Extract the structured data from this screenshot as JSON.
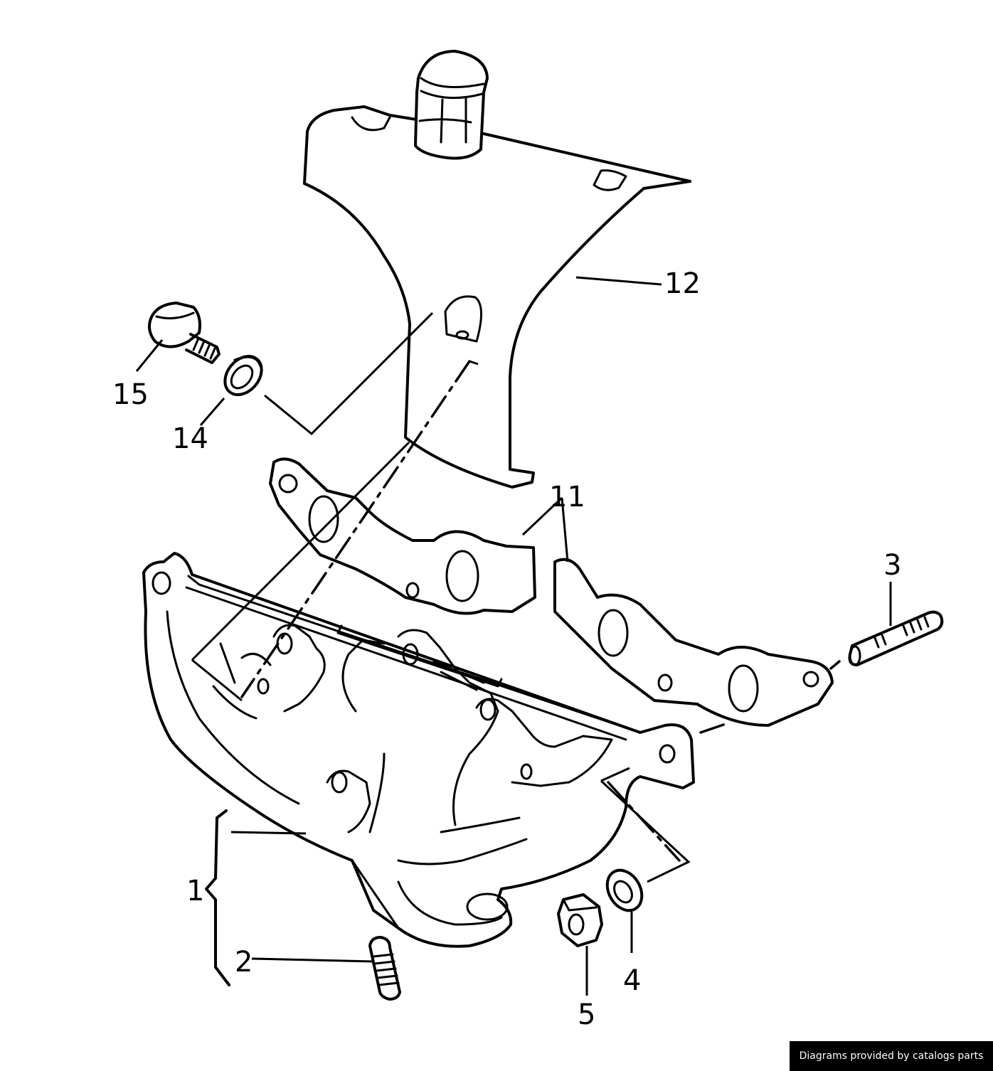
{
  "labels": {
    "p1": "1",
    "p2": "2",
    "p3": "3",
    "p4": "4",
    "p5": "5",
    "p11": "11",
    "p12": "12",
    "p14": "14",
    "p15": "15"
  },
  "credit": "Diagrams provided by catalogs parts"
}
